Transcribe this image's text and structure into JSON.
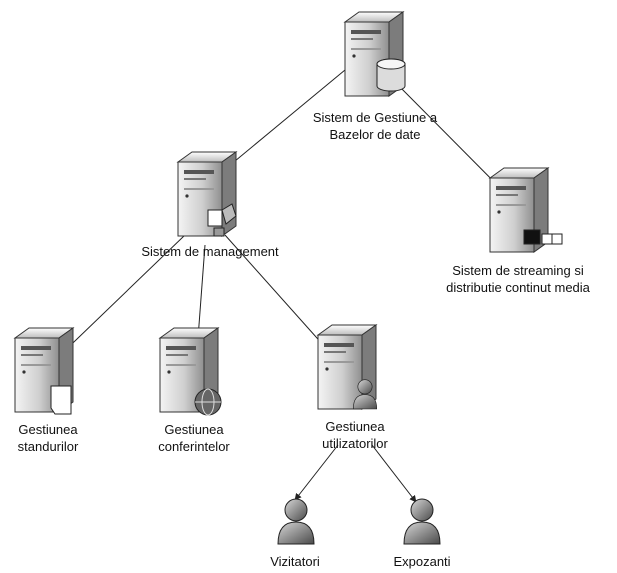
{
  "nodes": {
    "db": {
      "label_1": "Sistem de Gestiune a",
      "label_2": "Bazelor de date",
      "icon": "database-server-icon"
    },
    "management": {
      "label_1": "Sistem de management",
      "icon": "management-server-icon"
    },
    "streaming": {
      "label_1": "Sistem de streaming si",
      "label_2": "distributie continut media",
      "icon": "media-server-icon"
    },
    "standards": {
      "label_1": "Gestiunea",
      "label_2": "standurilor",
      "icon": "document-server-icon"
    },
    "conferences": {
      "label_1": "Gestiunea",
      "label_2": "conferintelor",
      "icon": "web-server-icon"
    },
    "users": {
      "label_1": "Gestiunea",
      "label_2": "utilizatorilor",
      "icon": "user-server-icon"
    },
    "visitors": {
      "label_1": "Vizitatori",
      "icon": "user-icon"
    },
    "exhibitors": {
      "label_1": "Expozanti",
      "icon": "user-icon"
    }
  }
}
